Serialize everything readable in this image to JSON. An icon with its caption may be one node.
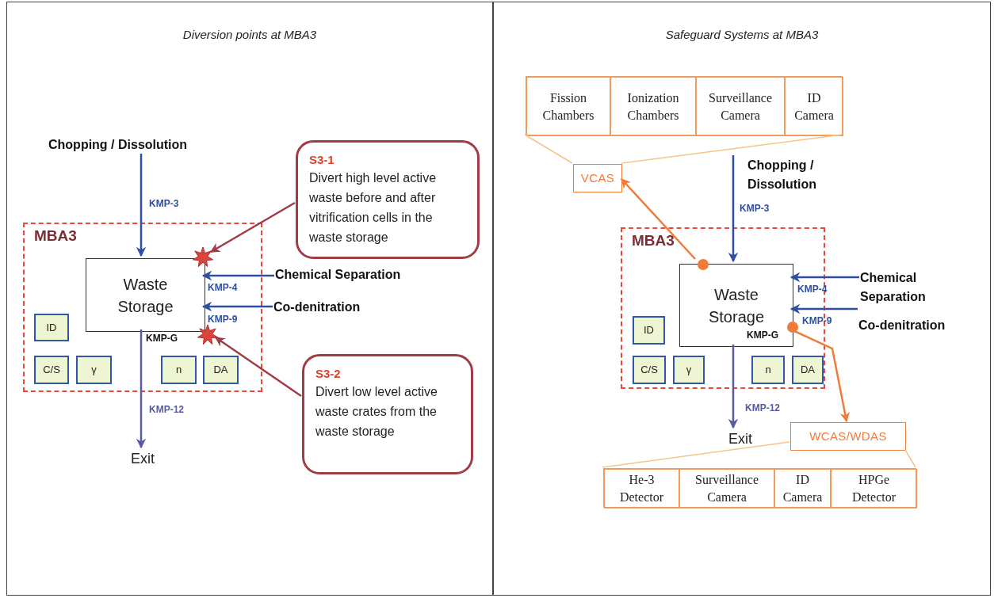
{
  "diagram": {
    "nodes": [
      {
        "text": [
          "Diversion points at MBA3"
        ]
      },
      {
        "text": [
          "Chopping / Dissolution"
        ],
        "in": 0
      },
      {
        "text": [
          "MBA3"
        ],
        "in": 0
      },
      {
        "text": [
          "Waste Storage"
        ],
        "in": 2
      },
      {
        "text": [
          "ID"
        ],
        "in": 2
      },
      {
        "text": [
          "C/S"
        ],
        "in": 2
      },
      {
        "text": [
          "γ"
        ],
        "in": 2
      },
      {
        "text": [
          "n"
        ],
        "in": 2
      },
      {
        "text": [
          "DA"
        ],
        "in": 2
      },
      {
        "text": [
          "Chemical Separation"
        ],
        "in": 0
      },
      {
        "text": [
          "Co-denitration"
        ],
        "in": 0
      },
      {
        "text": [
          "Exit"
        ],
        "in": 0
      },
      {
        "text": [
          "S3-1",
          "Divert high level active waste before and after vitrification cells in the waste storage"
        ],
        "in": 0
      },
      {
        "text": [
          "S3-2",
          "Divert low level active waste crates from the waste storage"
        ],
        "in": 0
      },
      {
        "text": [],
        "shape": "star",
        "in": 2
      },
      {
        "text": [],
        "shape": "star",
        "in": 2
      },
      {
        "text": [
          "Safeguard Systems at MBA3"
        ]
      },
      {
        "text": [],
        "shape": "box",
        "in": 16
      },
      {
        "text": [
          "Fission Chambers"
        ],
        "in": 17
      },
      {
        "text": [
          "Ionization Chambers"
        ],
        "in": 17
      },
      {
        "text": [
          "Surveillance Camera"
        ],
        "in": 17
      },
      {
        "text": [
          "ID Camera"
        ],
        "in": 17
      },
      {
        "text": [
          "VCAS"
        ],
        "in": 16
      },
      {
        "text": [
          "Chopping / Dissolution"
        ],
        "in": 16
      },
      {
        "text": [
          "MBA3"
        ],
        "in": 16
      },
      {
        "text": [
          "Waste Storage"
        ],
        "in": 24
      },
      {
        "text": [
          "ID"
        ],
        "in": 24
      },
      {
        "text": [
          "C/S"
        ],
        "in": 24
      },
      {
        "text": [
          "γ"
        ],
        "in": 24
      },
      {
        "text": [
          "n"
        ],
        "in": 24
      },
      {
        "text": [
          "DA"
        ],
        "in": 24
      },
      {
        "text": [],
        "shape": "circle",
        "in": 24
      },
      {
        "text": [],
        "shape": "circle",
        "in": 24
      },
      {
        "text": [
          "Chemical Separation"
        ],
        "in": 16
      },
      {
        "text": [
          "Co-denitration"
        ],
        "in": 16
      },
      {
        "text": [
          "Exit"
        ],
        "in": 16
      },
      {
        "text": [
          "WCAS/WDAS"
        ],
        "in": 16
      },
      {
        "text": [],
        "shape": "box",
        "in": 16
      },
      {
        "text": [
          "He-3 Detector"
        ],
        "in": 37
      },
      {
        "text": [
          "Surveillance Camera"
        ],
        "in": 37
      },
      {
        "text": [
          "ID Camera"
        ],
        "in": 37
      },
      {
        "text": [
          "HPGe Detector"
        ],
        "in": 37
      }
    ],
    "edges": [
      {
        "from": 1,
        "to": 3,
        "arrow": "to",
        "label": "KMP-3"
      },
      {
        "from": 9,
        "to": 3,
        "arrow": "to",
        "label": "KMP-4"
      },
      {
        "from": 10,
        "to": 3,
        "arrow": "to",
        "label": "KMP-9"
      },
      {
        "from": 3,
        "to": 11,
        "arrow": "to",
        "label": "KMP-12",
        "color": "#5a5aa0"
      },
      {
        "from": 12,
        "to": 14,
        "arrow": "to",
        "color": "#a03c45"
      },
      {
        "from": 13,
        "to": 15,
        "arrow": "to",
        "color": "#a03c45"
      },
      {
        "from": 23,
        "to": 25,
        "arrow": "to",
        "label": "KMP-3"
      },
      {
        "from": 33,
        "to": 25,
        "arrow": "to",
        "label": "KMP-4"
      },
      {
        "from": 34,
        "to": 25,
        "arrow": "to",
        "label": "KMP-9"
      },
      {
        "from": 25,
        "to": 35,
        "arrow": "to",
        "label": "KMP-12",
        "color": "#5a5aa0"
      },
      {
        "from": 31,
        "to": 22,
        "arrow": "to",
        "color": "#f07c3c"
      },
      {
        "from": 32,
        "to": 36,
        "arrow": "to",
        "color": "#f07c3c"
      },
      {
        "from": 22,
        "to": 17,
        "arrow": "none",
        "color": "#f5c48a"
      },
      {
        "from": 22,
        "to": 17,
        "arrow": "none",
        "color": "#f5c48a"
      },
      {
        "from": 36,
        "to": 37,
        "arrow": "none",
        "color": "#f5c48a"
      },
      {
        "from": 36,
        "to": 37,
        "arrow": "none",
        "color": "#f5c48a"
      }
    ],
    "labels": [
      "KMP-G",
      "KMP-G"
    ]
  }
}
